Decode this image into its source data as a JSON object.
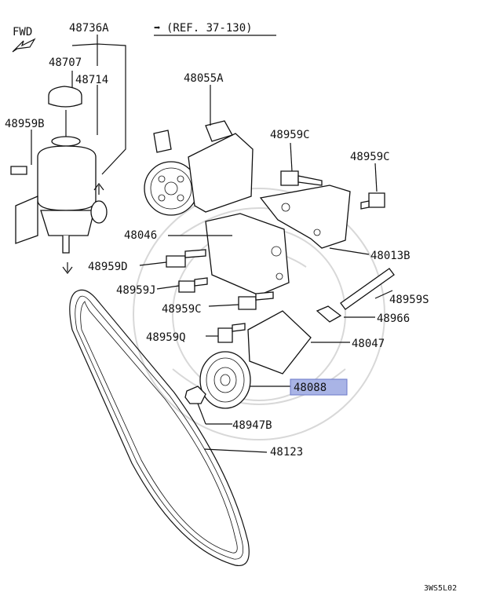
{
  "header": {
    "fwd": "FWD",
    "ref_arrow": "➡",
    "ref": "(REF. 37-130)"
  },
  "parts": {
    "p48736A": "48736A",
    "p48707": "48707",
    "p48714": "48714",
    "p48959B": "48959B",
    "p48055A": "48055A",
    "p48959C_top": "48959C",
    "p48959C_right": "48959C",
    "p48046": "48046",
    "p48959D": "48959D",
    "p48013B": "48013B",
    "p48959J": "48959J",
    "p48959S": "48959S",
    "p48959C_mid": "48959C",
    "p48966": "48966",
    "p48959Q": "48959Q",
    "p48047": "48047",
    "p48088": "48088",
    "p48947B": "48947B",
    "p48123": "48123"
  },
  "highlight": {
    "part": "48088",
    "color": "#a9b4e6",
    "border": "#6b78c8"
  },
  "footer": {
    "code": "3WS5L02"
  }
}
